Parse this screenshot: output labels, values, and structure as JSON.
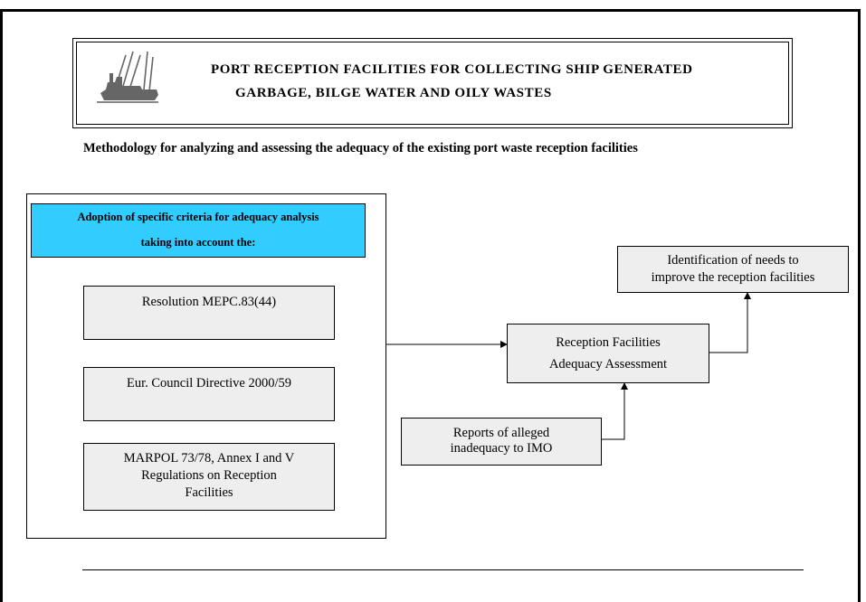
{
  "header": {
    "title_line1": "PORT RECEPTION FACILITIES FOR COLLECTING SHIP GENERATED",
    "title_line2": "GARBAGE, BILGE WATER AND OILY WASTES",
    "logo_icon": "port-crane-ship-icon"
  },
  "subtitle": "Methodology for  analyzing and assessing the adequacy of the existing port waste reception facilities",
  "criteria": {
    "heading_line1": "Adoption of  specific criteria for adequacy analysis",
    "heading_line2": "taking into account  the:",
    "items": [
      {
        "lines": [
          "Resolution  MEPC.83(44)"
        ]
      },
      {
        "lines": [
          "Eur. Council Directive 2000/59"
        ]
      },
      {
        "lines": [
          "MARPOL 73/78, Annex I and V",
          "Regulations on Reception",
          "Facilities"
        ]
      }
    ]
  },
  "assessment": {
    "line1": "Reception Facilities",
    "line2": "Adequacy Assessment"
  },
  "needs": {
    "line1": "Identification of needs to",
    "line2": "improve the reception facilities"
  },
  "reports": {
    "line1": "Reports of alleged",
    "line2": "inadequacy to IMO"
  },
  "colors": {
    "heading_fill": "#33ccff",
    "box_fill": "#eeeeee",
    "line": "#000000"
  }
}
